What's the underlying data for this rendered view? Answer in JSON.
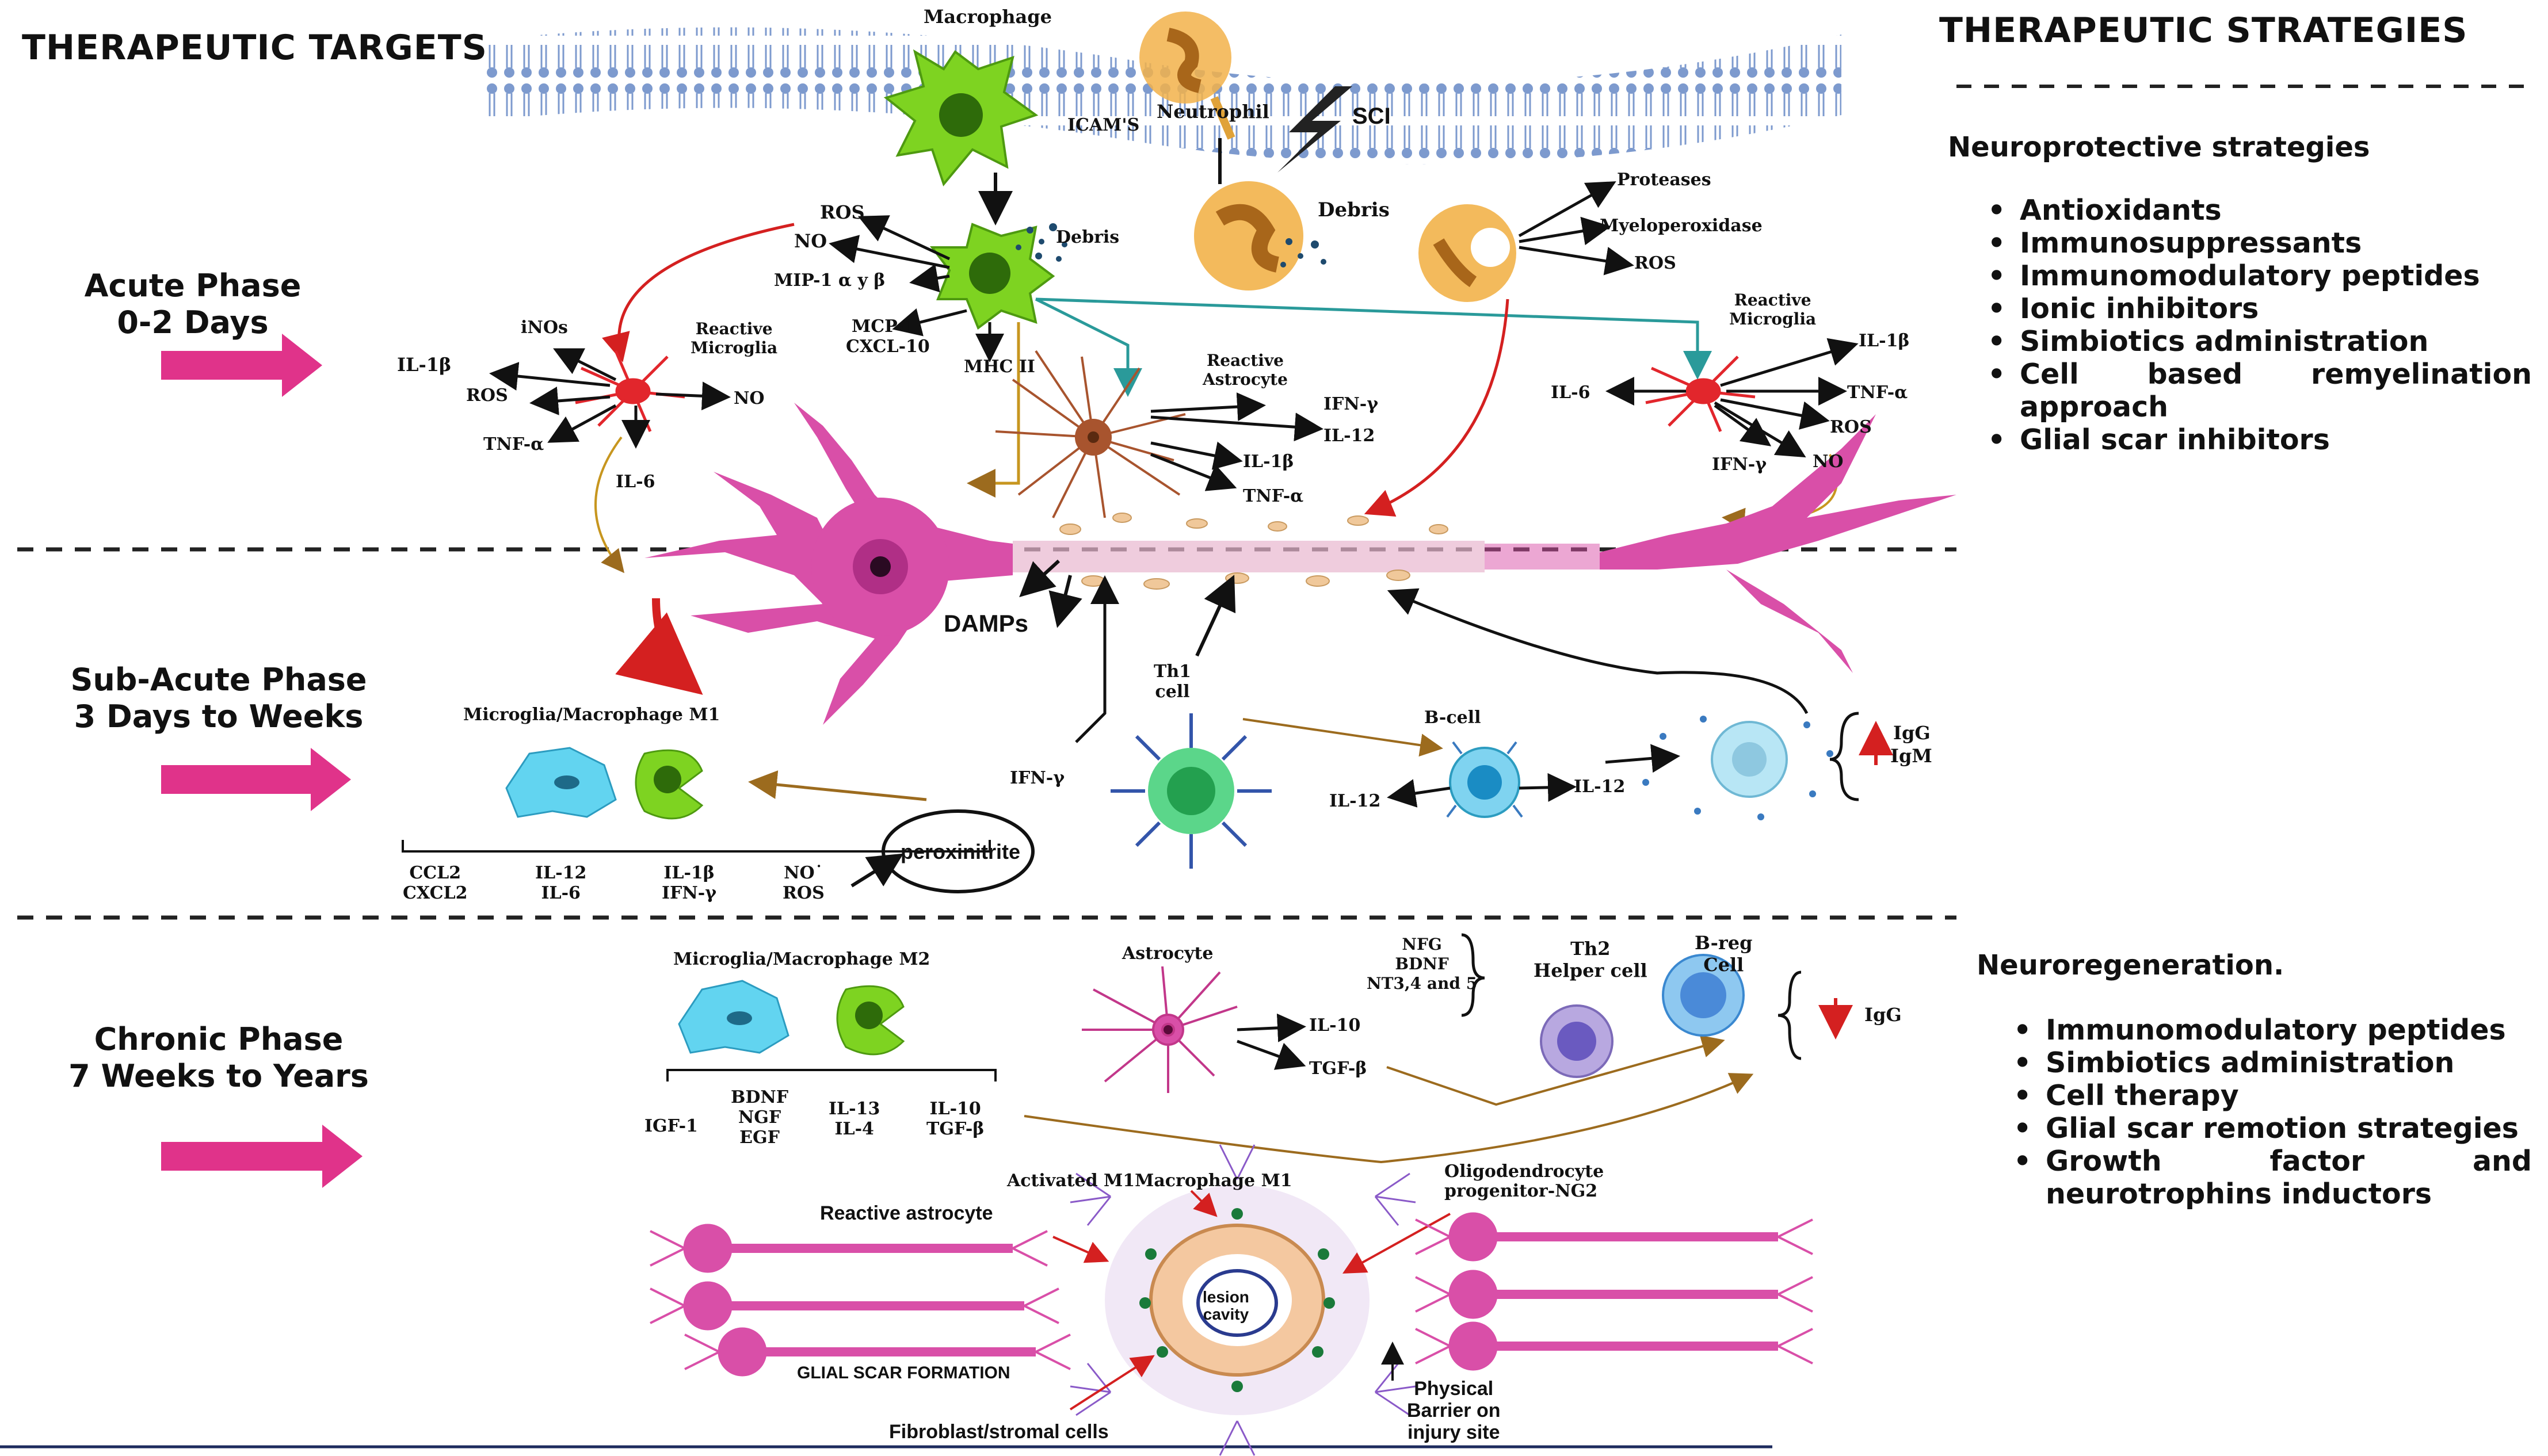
{
  "headings": {
    "left": "THERAPEUTIC TARGETS",
    "right": "THERAPEUTIC STRATEGIES"
  },
  "phases": [
    {
      "name": "Acute Phase",
      "range": "0-2 Days"
    },
    {
      "name": "Sub-Acute Phase",
      "range": "3 Days to Weeks"
    },
    {
      "name": "Chronic Phase",
      "range": "7 Weeks to Years"
    }
  ],
  "strategies": {
    "neuroprotective_title": "Neuroprotective strategies",
    "neuroprotective_items": [
      "Antioxidants",
      "Immunosuppressants",
      "Immunomodulatory peptides",
      "Ionic  inhibitors",
      "Simbiotics administration",
      "Cell based remyelination approach",
      "Glial scar inhibitors"
    ],
    "neuroregeneration_title": "Neuroregeneration.",
    "neuroregeneration_items": [
      "Immunomodulatory peptides",
      "Simbiotics administration",
      "Cell therapy",
      "Glial scar remotion strategies",
      "Growth factor and neurotrophins inductors"
    ]
  },
  "labels": {
    "macrophage": "Macrophage",
    "icams": "ICAM'S",
    "neutrophil": "Neutrophil",
    "sci": "SCI",
    "debris_1": "Debris",
    "debris_2": "Debris",
    "proteases": "Proteases",
    "myeloperoxidase": "Myeloperoxidase",
    "ros_neutrophil": "ROS",
    "ros_macro": "ROS",
    "no_macro": "NO",
    "mip": "MIP-1 α y β",
    "mcp": "MCP-1",
    "cxcl10": "CXCL-10",
    "mhc": "MHC II",
    "inos": "iNOs",
    "il1b_left": "IL-1β",
    "ros_left": "ROS",
    "no_left": "NO",
    "tnfa_left": "TNF-α",
    "il6_left": "IL-6",
    "reactive_microglia_left": "Reactive",
    "reactive_microglia_left_2": "Microglia",
    "reactive_astrocyte": "Reactive",
    "reactive_astrocyte_2": "Astrocyte",
    "ifng_astro": "IFN-γ",
    "il12_astro": "IL-12",
    "il1b_astro": "IL-1β",
    "tnfa_astro": "TNF-α",
    "reactive_microglia_right": "Reactive",
    "reactive_microglia_right_2": "Microglia",
    "il1b_right": "IL-1β",
    "il6_right": "IL-6",
    "tnfa_right": "TNF-α",
    "ros_right": "ROS",
    "ifng_right": "IFN-γ",
    "no_right": "NO",
    "damps": "DAMPs",
    "th1": "Th1",
    "th1_2": "cell",
    "ifng_th1": "IFN-γ",
    "bcell": "B-cell",
    "il12_b": "IL-12",
    "il12_b2": "IL-12",
    "igg": "IgG",
    "igm": "IgM",
    "m1": "Microglia/Macrophage M1",
    "ccl2": "CCL2",
    "cxcl2": "CXCL2",
    "il12_m1": "IL-12",
    "il6_m1": "IL-6",
    "il1b_m1": "IL-1β",
    "ifng_m1": "IFN-γ",
    "no_m1": "NO˙",
    "ros_m1": "ROS",
    "peroxinitrite": "peroxinitrite",
    "m2": "Microglia/Macrophage M2",
    "igf1": "IGF-1",
    "bdnf_m2": "BDNF",
    "ngf_m2": "NGF",
    "egf_m2": "EGF",
    "il13": "IL-13",
    "il4": "IL-4",
    "il10_m2": "IL-10",
    "tgfb_m2": "TGF-β",
    "astrocyte": "Astrocyte",
    "il10_astro": "IL-10",
    "tgfb_astro": "TGF-β",
    "nfg": "NFG",
    "bdnf_th2": "BDNF",
    "nt": "NT3,4 and 5",
    "th2": "Th2",
    "th2_2": "Helper cell",
    "breg": "B-reg",
    "breg_2": "Cell",
    "igg_breg": "IgG",
    "activated_m1": "Activated M1Macrophage M1",
    "oligo": "Oligodendrocyte",
    "oligo_2": "progenitor-NG2",
    "reactive_astro_scar": "Reactive astrocyte",
    "lesion": "lesion",
    "lesion_2": "cavity",
    "glial_scar": "GLIAL SCAR FORMATION",
    "fibroblast": "Fibroblast/stromal cells",
    "physical": "Physical",
    "physical_2": "Barrier on",
    "physical_3": "injury site"
  },
  "colors": {
    "neuron": "#d94fa8",
    "neuron_dark": "#b02f86",
    "microglia": "#e2262c",
    "astro": "#a8542e",
    "macrophage": "#7ed321",
    "neutrophil": "#f2b24a",
    "arrow_pink": "#e0338a",
    "teal": "#2a9a9a",
    "brown": "#9c6b1e",
    "membrane": "#6f8fc8"
  }
}
